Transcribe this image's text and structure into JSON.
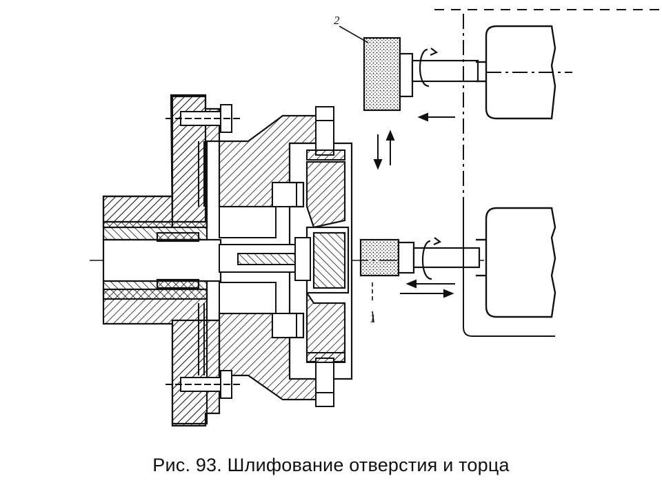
{
  "caption": "Рис. 93. Шлифование отверстия и торца",
  "labels": {
    "wheel_upper": "2",
    "wheel_lower": "1"
  },
  "colors": {
    "ink": "#111111",
    "paper": "#ffffff"
  }
}
